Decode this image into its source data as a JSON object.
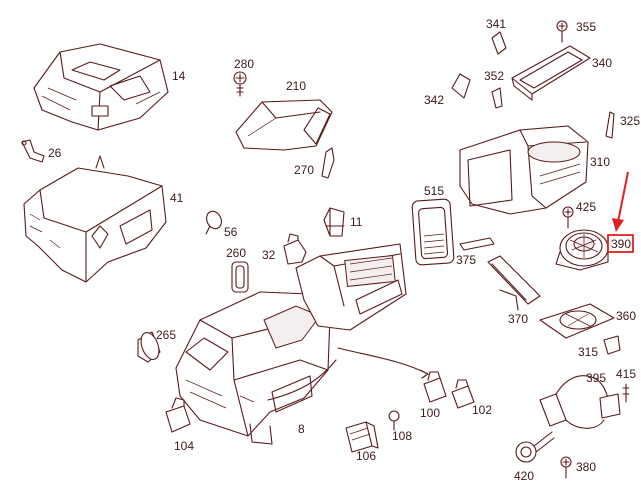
{
  "colors": {
    "line": "#5a1a1a",
    "highlight": "#e02020",
    "background": "#ffffff"
  },
  "highlighted_part": "390",
  "part_labels": [
    {
      "key": "p14",
      "text": "14"
    },
    {
      "key": "p26",
      "text": "26"
    },
    {
      "key": "p41",
      "text": "41"
    },
    {
      "key": "p56",
      "text": "56"
    },
    {
      "key": "p280",
      "text": "280"
    },
    {
      "key": "p210",
      "text": "210"
    },
    {
      "key": "p270",
      "text": "270"
    },
    {
      "key": "p11",
      "text": "11"
    },
    {
      "key": "p260",
      "text": "260"
    },
    {
      "key": "p32",
      "text": "32"
    },
    {
      "key": "p265",
      "text": "265"
    },
    {
      "key": "p104",
      "text": "104"
    },
    {
      "key": "p8",
      "text": "8"
    },
    {
      "key": "p100",
      "text": "100"
    },
    {
      "key": "p102",
      "text": "102"
    },
    {
      "key": "p106",
      "text": "106"
    },
    {
      "key": "p108",
      "text": "108"
    },
    {
      "key": "p341",
      "text": "341"
    },
    {
      "key": "p355",
      "text": "355"
    },
    {
      "key": "p340",
      "text": "340"
    },
    {
      "key": "p342",
      "text": "342"
    },
    {
      "key": "p352",
      "text": "352"
    },
    {
      "key": "p325",
      "text": "325"
    },
    {
      "key": "p310",
      "text": "310"
    },
    {
      "key": "p515",
      "text": "515"
    },
    {
      "key": "p425",
      "text": "425"
    },
    {
      "key": "p390",
      "text": "390"
    },
    {
      "key": "p375",
      "text": "375"
    },
    {
      "key": "p370",
      "text": "370"
    },
    {
      "key": "p360",
      "text": "360"
    },
    {
      "key": "p315",
      "text": "315"
    },
    {
      "key": "p395",
      "text": "395"
    },
    {
      "key": "p415",
      "text": "415"
    },
    {
      "key": "p420",
      "text": "420"
    },
    {
      "key": "p380",
      "text": "380"
    }
  ]
}
